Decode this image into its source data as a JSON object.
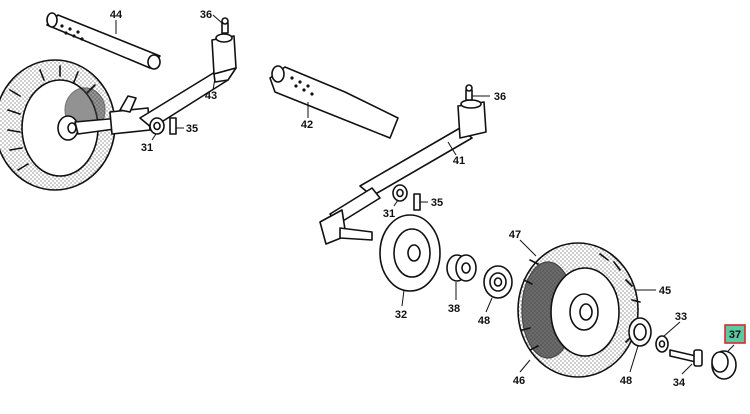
{
  "callouts": {
    "c44": "44",
    "c36a": "36",
    "c43": "43",
    "c35a": "35",
    "c31a": "31",
    "c42": "42",
    "c36b": "36",
    "c41": "41",
    "c35b": "35",
    "c31b": "31",
    "c47": "47",
    "c45": "45",
    "c32": "32",
    "c38": "38",
    "c48a": "48",
    "c33": "33",
    "c37": "37",
    "c46": "46",
    "c48b": "48",
    "c34": "34"
  },
  "colors": {
    "highlight_fill": "#5dc9a0",
    "highlight_border": "#d62b2b",
    "line": "#111111"
  }
}
